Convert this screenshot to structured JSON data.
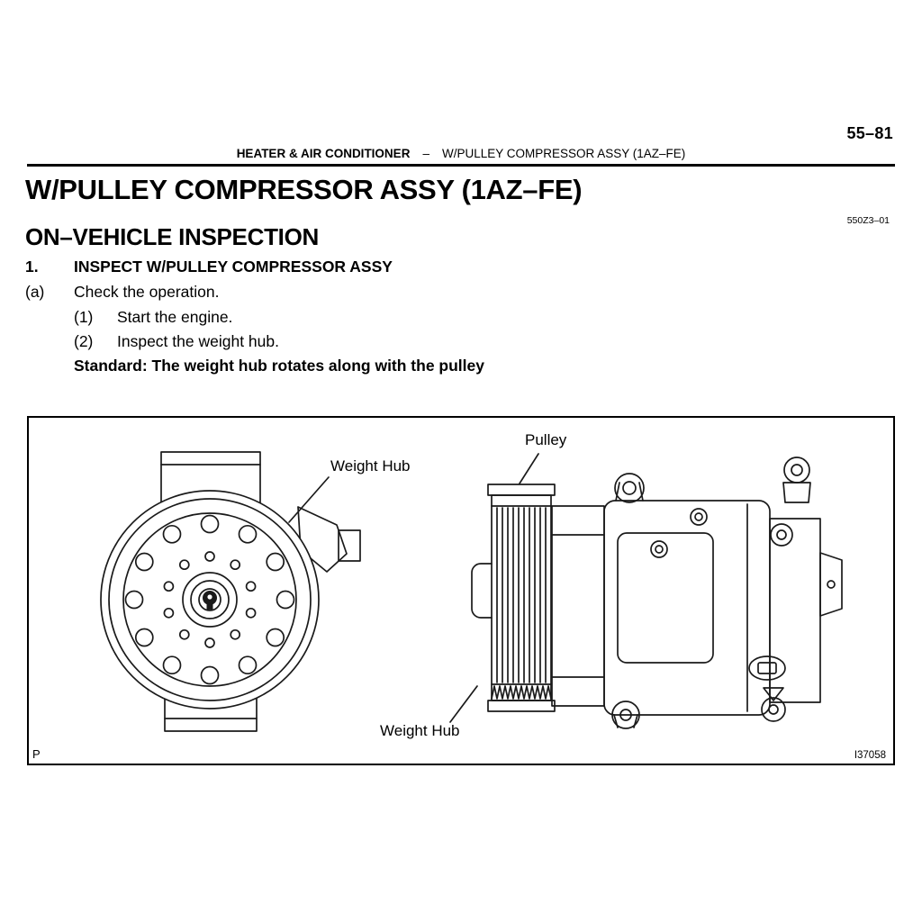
{
  "page": {
    "number": "55–81",
    "running_header": {
      "section": "HEATER & AIR CONDITIONER",
      "dash": "–",
      "topic": "W/PULLEY COMPRESSOR ASSY (1AZ–FE)"
    },
    "title": "W/PULLEY COMPRESSOR ASSY (1AZ–FE)",
    "code": "550Z3–01",
    "section_title": "ON–VEHICLE INSPECTION",
    "procedure": {
      "step_no": "1.",
      "step_title": "INSPECT W/PULLEY COMPRESSOR ASSY",
      "item_marker": "(a)",
      "item_text": "Check the operation.",
      "sub_items": [
        {
          "marker": "(1)",
          "text": "Start the engine."
        },
        {
          "marker": "(2)",
          "text": "Inspect the weight hub."
        }
      ],
      "standard": "Standard: The weight hub rotates along with the pulley"
    },
    "figure": {
      "labels": {
        "pulley": "Pulley",
        "weight_hub_top": "Weight Hub",
        "weight_hub_bottom": "Weight Hub"
      },
      "page_marker": "P",
      "figure_code": "I37058"
    }
  }
}
